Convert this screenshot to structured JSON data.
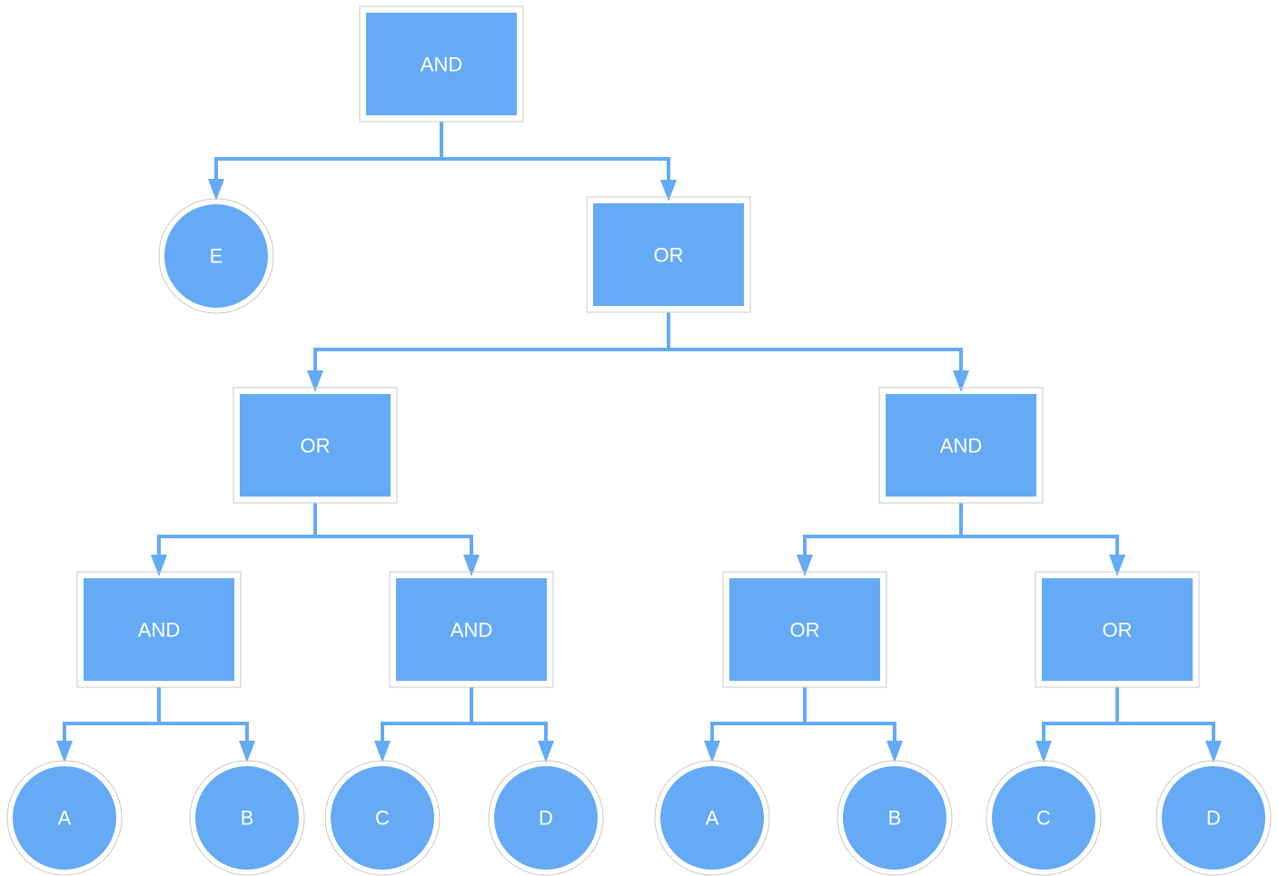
{
  "theme": {
    "node_fill": "#64aaf5",
    "connector": "#64aaf5",
    "node_outline": "#c8c8c8",
    "label_color": "#ffffff",
    "background": "#ffffff"
  },
  "nodes": {
    "n_root": {
      "label": "AND",
      "shape": "gate"
    },
    "n_e": {
      "label": "E",
      "shape": "leaf"
    },
    "n_or1": {
      "label": "OR",
      "shape": "gate"
    },
    "n_or2": {
      "label": "OR",
      "shape": "gate"
    },
    "n_and2": {
      "label": "AND",
      "shape": "gate"
    },
    "n_and3": {
      "label": "AND",
      "shape": "gate"
    },
    "n_and4": {
      "label": "AND",
      "shape": "gate"
    },
    "n_or3": {
      "label": "OR",
      "shape": "gate"
    },
    "n_or4": {
      "label": "OR",
      "shape": "gate"
    },
    "n_a1": {
      "label": "A",
      "shape": "leaf"
    },
    "n_b1": {
      "label": "B",
      "shape": "leaf"
    },
    "n_c1": {
      "label": "C",
      "shape": "leaf"
    },
    "n_d1": {
      "label": "D",
      "shape": "leaf"
    },
    "n_a2": {
      "label": "A",
      "shape": "leaf"
    },
    "n_b2": {
      "label": "B",
      "shape": "leaf"
    },
    "n_c2": {
      "label": "C",
      "shape": "leaf"
    },
    "n_d2": {
      "label": "D",
      "shape": "leaf"
    }
  },
  "edges": [
    {
      "from": "n_root",
      "to": "n_e"
    },
    {
      "from": "n_root",
      "to": "n_or1"
    },
    {
      "from": "n_or1",
      "to": "n_or2"
    },
    {
      "from": "n_or1",
      "to": "n_and2"
    },
    {
      "from": "n_or2",
      "to": "n_and3"
    },
    {
      "from": "n_or2",
      "to": "n_and4"
    },
    {
      "from": "n_and2",
      "to": "n_or3"
    },
    {
      "from": "n_and2",
      "to": "n_or4"
    },
    {
      "from": "n_and3",
      "to": "n_a1"
    },
    {
      "from": "n_and3",
      "to": "n_b1"
    },
    {
      "from": "n_and4",
      "to": "n_c1"
    },
    {
      "from": "n_and4",
      "to": "n_d1"
    },
    {
      "from": "n_or3",
      "to": "n_a2"
    },
    {
      "from": "n_or3",
      "to": "n_b2"
    },
    {
      "from": "n_or4",
      "to": "n_c2"
    },
    {
      "from": "n_or4",
      "to": "n_d2"
    }
  ]
}
